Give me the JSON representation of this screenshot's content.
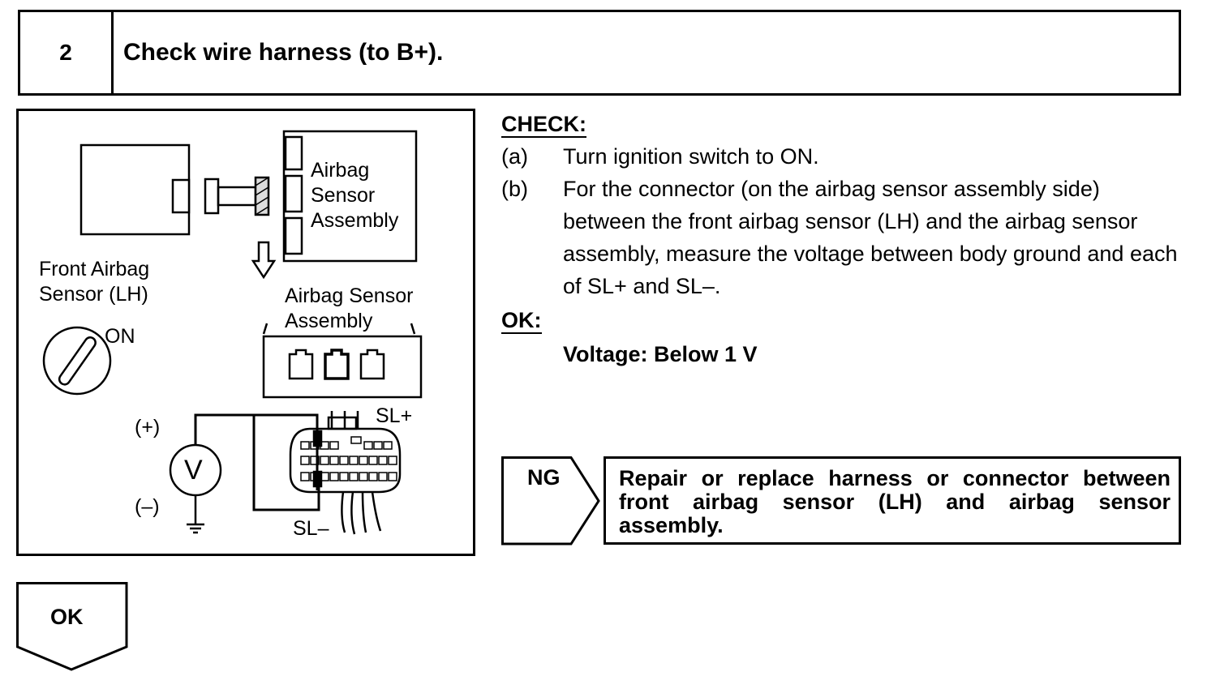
{
  "header": {
    "step_number": "2",
    "title": "Check wire harness (to B+)."
  },
  "figure": {
    "labels": {
      "airbag_sensor_assembly_box": [
        "Airbag",
        "Sensor",
        "Assembly"
      ],
      "front_airbag_sensor": [
        "Front Airbag",
        "Sensor (LH)"
      ],
      "on": "ON",
      "airbag_sensor_assembly": [
        "Airbag Sensor",
        "Assembly"
      ],
      "plus": "(+)",
      "minus": "(–)",
      "voltmeter": "V",
      "sl_plus": "SL+",
      "sl_minus": "SL–"
    }
  },
  "check": {
    "heading": "CHECK:",
    "steps": [
      {
        "label": "(a)",
        "text": "Turn ignition switch to ON."
      },
      {
        "label": "(b)",
        "text": "For the connector (on the airbag sensor assembly side) between the front airbag sensor (LH) and the airbag sensor assembly, measure the voltage between body ground and each of SL+ and SL–."
      }
    ],
    "ok_heading": "OK:",
    "ok_spec": "Voltage: Below 1 V"
  },
  "ng": {
    "label": "NG",
    "text": "Repair or replace harness or connector between front airbag sensor (LH) and airbag sensor assembly."
  },
  "ok": {
    "label": "OK"
  }
}
